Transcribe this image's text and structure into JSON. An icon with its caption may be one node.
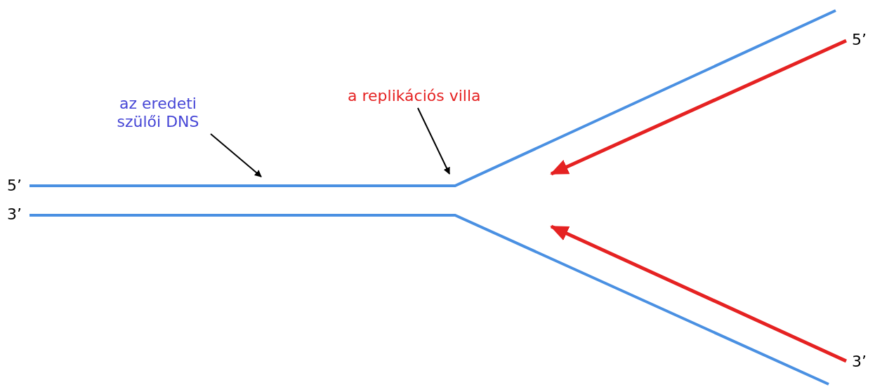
{
  "diagram": {
    "nodes": [
      {
        "text": [
          "az eredeti szülői DNS"
        ]
      },
      {
        "text": [
          "a replikációs villa"
        ]
      }
    ],
    "edges": [
      {
        "from": 0,
        "to": null,
        "arrow": "to"
      },
      {
        "from": 1,
        "to": null,
        "arrow": "to"
      }
    ],
    "labels": [
      "5’",
      "5’",
      "3’",
      "3’"
    ]
  }
}
